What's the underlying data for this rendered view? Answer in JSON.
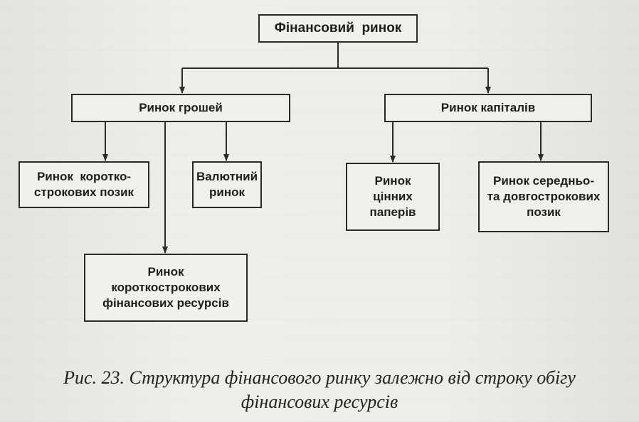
{
  "diagram": {
    "root": "Фінансовий  ринок",
    "money_market": "Ринок грошей",
    "capital_market": "Ринок капіталів",
    "short_term_loans": [
      "Ринок  коротко-",
      "строкових позик"
    ],
    "currency_market": [
      "Валютний",
      "ринок"
    ],
    "short_term_resources": [
      "Ринок",
      "короткострокових",
      "фінансових ресурсів"
    ],
    "securities_market": [
      "Ринок",
      "цінних",
      "паперів"
    ],
    "medium_long_loans": [
      "Ринок середньо-",
      "та довгострокових",
      "позик"
    ]
  },
  "caption": {
    "line1": "Рис. 23. Структура фінансового ринку залежно від строку обігу",
    "line2": "фінансових ресурсів"
  }
}
